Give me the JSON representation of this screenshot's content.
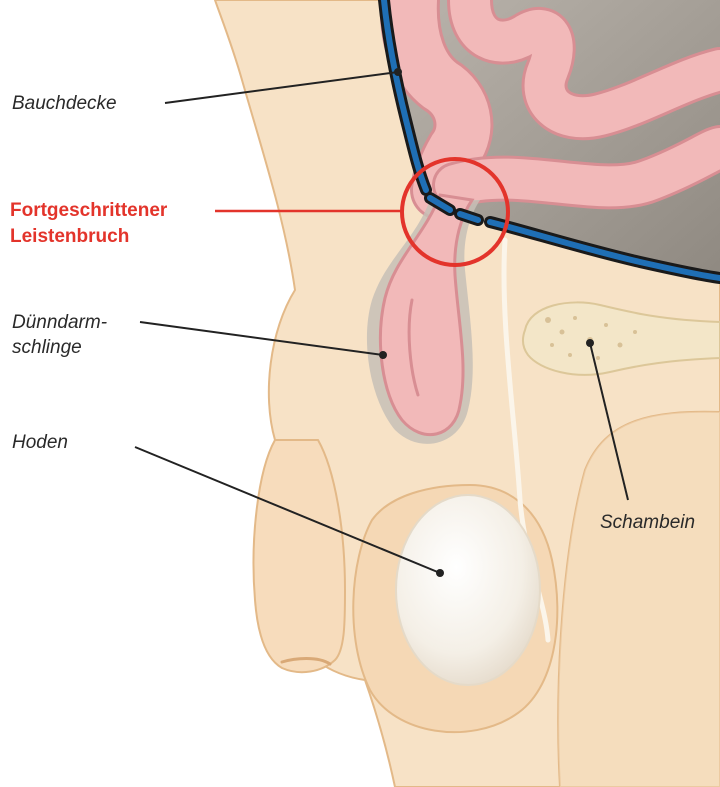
{
  "labels": {
    "bauchdecke": "Bauchdecke",
    "leistenbruch_line1": "Fortgeschrittener",
    "leistenbruch_line2": "Leistenbruch",
    "duenndarm_line1": "Dünndarm-",
    "duenndarm_line2": "schlinge",
    "hoden": "Hoden",
    "schambein": "Schambein"
  },
  "colors": {
    "skin": "#f7e2c6",
    "skin_outline": "#e3b988",
    "cavity": "#a8a29a",
    "cavity_shadow": "#8c867f",
    "intestine": "#f2b9b9",
    "intestine_outline": "#d88e93",
    "abdominal_wall": "#1f6fb5",
    "bone": "#f3e6c8",
    "testicle": "#f7f3ec",
    "highlight": "#e3342b",
    "leader": "#222222"
  }
}
